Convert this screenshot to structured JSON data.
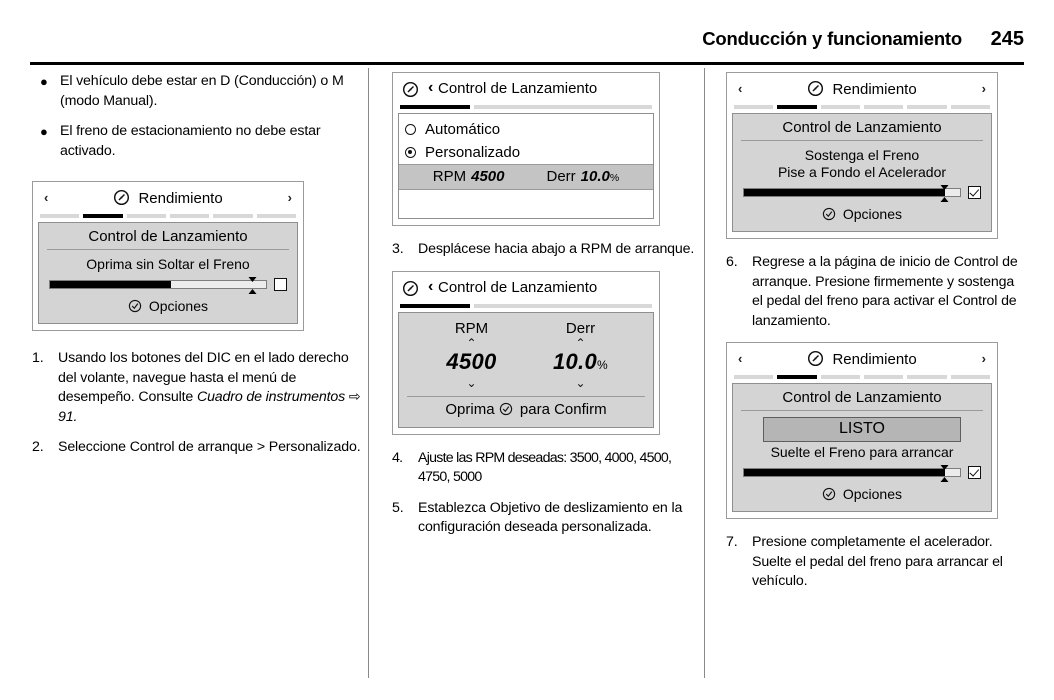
{
  "header": {
    "title": "Conducción y funcionamiento",
    "page_number": "245"
  },
  "column1": {
    "bullets": [
      "El vehículo debe estar en D (Conducción) o M (modo Manual).",
      "El freno de estacionamiento no debe estar activado."
    ],
    "panel": {
      "name": "dic-rendimiento-hold-brake",
      "top_title": "Rendimiento",
      "arrow_left": "‹",
      "arrow_right": "›",
      "gauge_icon": "gauge-icon",
      "tabs_count": 6,
      "active_tab_index": 1,
      "screen_title": "Control de Lanzamiento",
      "screen_line": "Oprima sin Soltar el Freno",
      "bar_fill_percent": 56,
      "bar_marker_percent": 94,
      "checkbox_checked": false,
      "options_label": "Opciones",
      "options_icon": "check-circle-icon"
    },
    "steps": [
      {
        "number": "1.",
        "text_parts": [
          {
            "text": "Usando los botones del DIC en el lado derecho del volante, navegue hasta el menú de desempeño. Consulte ",
            "style": "normal"
          },
          {
            "text": "Cuadro de instrumentos",
            "style": "italic"
          },
          {
            "text": " ⇨ ",
            "style": "arrow"
          },
          {
            "text": "91",
            "style": "italic"
          },
          {
            "text": ".",
            "style": "italic"
          }
        ]
      },
      {
        "number": "2.",
        "text_parts": [
          {
            "text": "Seleccione Control de arranque > Personalizado.",
            "style": "normal"
          }
        ]
      }
    ]
  },
  "column2": {
    "panel_radio": {
      "name": "dic-control-de-lanzamiento-options",
      "gauge_icon": "gauge-icon",
      "back_icon": "back-chevron-icon",
      "top_title": "Control de Lanzamiento",
      "tabs_count": 2,
      "active_tab_index": 0,
      "options": [
        {
          "label": "Automático",
          "selected": false
        },
        {
          "label": "Personalizado",
          "selected": true
        }
      ],
      "value_row": {
        "rpm_label": "RPM",
        "rpm_value": "4500",
        "slip_label": "Derr",
        "slip_value": "10.0",
        "slip_unit": "%"
      }
    },
    "step3": {
      "number": "3.",
      "text": "Desplácese hacia abajo a RPM de arranque."
    },
    "panel_spinner": {
      "name": "dic-control-de-lanzamiento-adjust",
      "gauge_icon": "gauge-icon",
      "back_icon": "back-chevron-icon",
      "top_title": "Control de Lanzamiento",
      "tabs_count": 2,
      "active_tab_index": 0,
      "spinners": [
        {
          "label": "RPM",
          "value": "4500",
          "unit": "",
          "up_icon": "chevron-up-icon",
          "down_icon": "chevron-down-icon"
        },
        {
          "label": "Derr",
          "value": "10.0",
          "unit": "%",
          "up_icon": "chevron-up-icon",
          "down_icon": "chevron-down-icon"
        }
      ],
      "confirm_prefix": "Oprima",
      "confirm_icon": "check-circle-icon",
      "confirm_suffix": "para Confirm"
    },
    "steps": [
      {
        "number": "4.",
        "text": "Ajuste las RPM deseadas: 3500, 4000, 4500, 4750, 5000",
        "condensed": true
      },
      {
        "number": "5.",
        "text": "Establezca Objetivo de deslizamiento en la configuración deseada personalizada.",
        "condensed": false
      }
    ]
  },
  "column3": {
    "panel_hold": {
      "name": "dic-rendimiento-hold-brake-floor-throttle",
      "top_title": "Rendimiento",
      "arrow_left": "‹",
      "arrow_right": "›",
      "gauge_icon": "gauge-icon",
      "tabs_count": 6,
      "active_tab_index": 1,
      "screen_title": "Control de Lanzamiento",
      "screen_lines": [
        "Sostenga el Freno",
        "Pise a Fondo el Acelerador"
      ],
      "bar_fill_percent": 93,
      "bar_marker_percent": 93,
      "checkbox_checked": true,
      "options_label": "Opciones",
      "options_icon": "check-circle-icon"
    },
    "step6": {
      "number": "6.",
      "text": "Regrese a la página de inicio de Control de arranque. Presione firmemente y sostenga el pedal del freno para activar el Control de lanzamiento."
    },
    "panel_ready": {
      "name": "dic-rendimiento-listo",
      "top_title": "Rendimiento",
      "arrow_left": "‹",
      "arrow_right": "›",
      "gauge_icon": "gauge-icon",
      "tabs_count": 6,
      "active_tab_index": 1,
      "screen_title": "Control de Lanzamiento",
      "badge": "LISTO",
      "screen_line": "Suelte el Freno para arrancar",
      "bar_fill_percent": 93,
      "bar_marker_percent": 93,
      "checkbox_checked": true,
      "options_label": "Opciones",
      "options_icon": "check-circle-icon"
    },
    "step7": {
      "number": "7.",
      "text": "Presione completamente el acelerador. Suelte el pedal del freno para arrancar el vehículo."
    }
  }
}
